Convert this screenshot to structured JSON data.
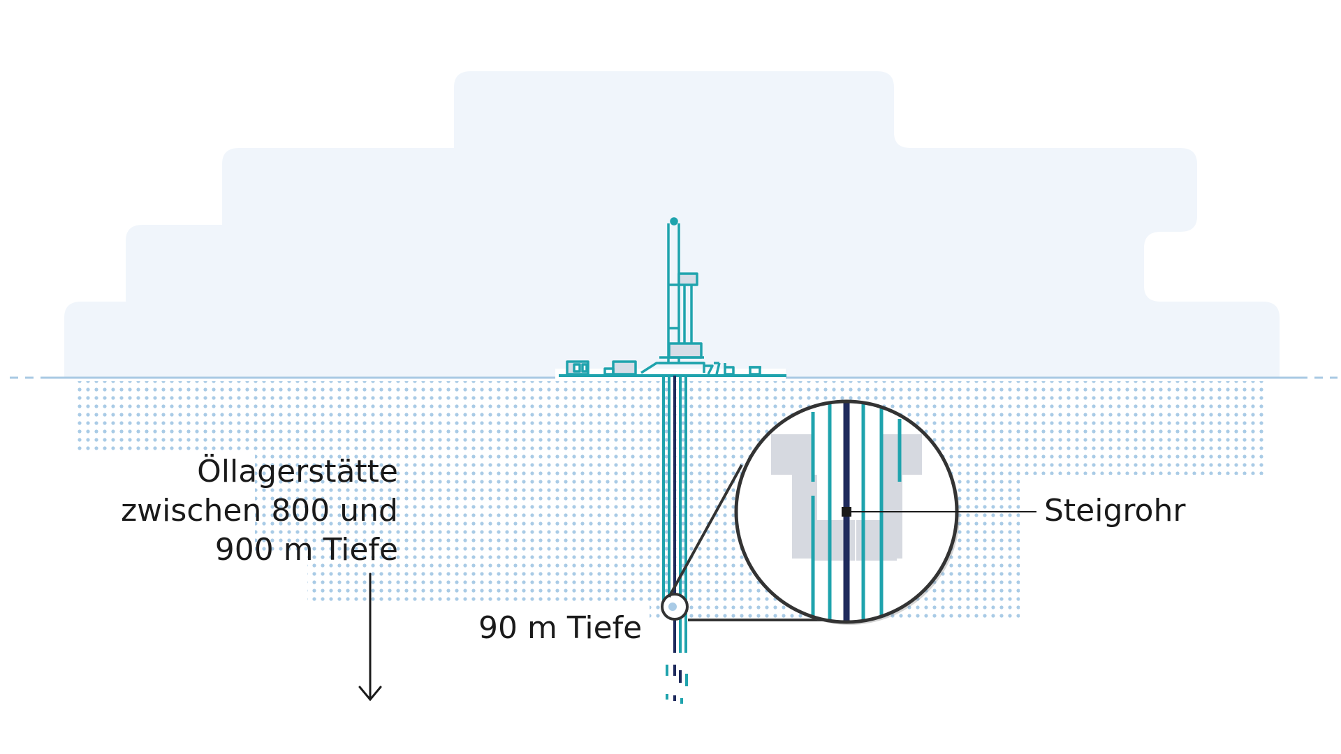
{
  "labels": {
    "reservoir": [
      "Öllagerstätte",
      "zwischen 800 und",
      "900 m Tiefe"
    ],
    "depth": "90 m Tiefe",
    "riser": "Steigrohr"
  },
  "colors": {
    "sky": "#f0f5fb",
    "ground_line": "#a8c9e3",
    "dots": "#a9cbe6",
    "rig": "#1fa3ad",
    "rig_fill": "#d6dde7",
    "riser": "#1e2a5c",
    "casing": "#1fa3ad",
    "cement": "#d6d9e0",
    "outline": "#333333",
    "text": "#1a1a1a"
  },
  "icons": {
    "rig": "drilling-rig-icon",
    "zoom": "magnifier-circle",
    "arrow": "arrow-down-icon"
  }
}
